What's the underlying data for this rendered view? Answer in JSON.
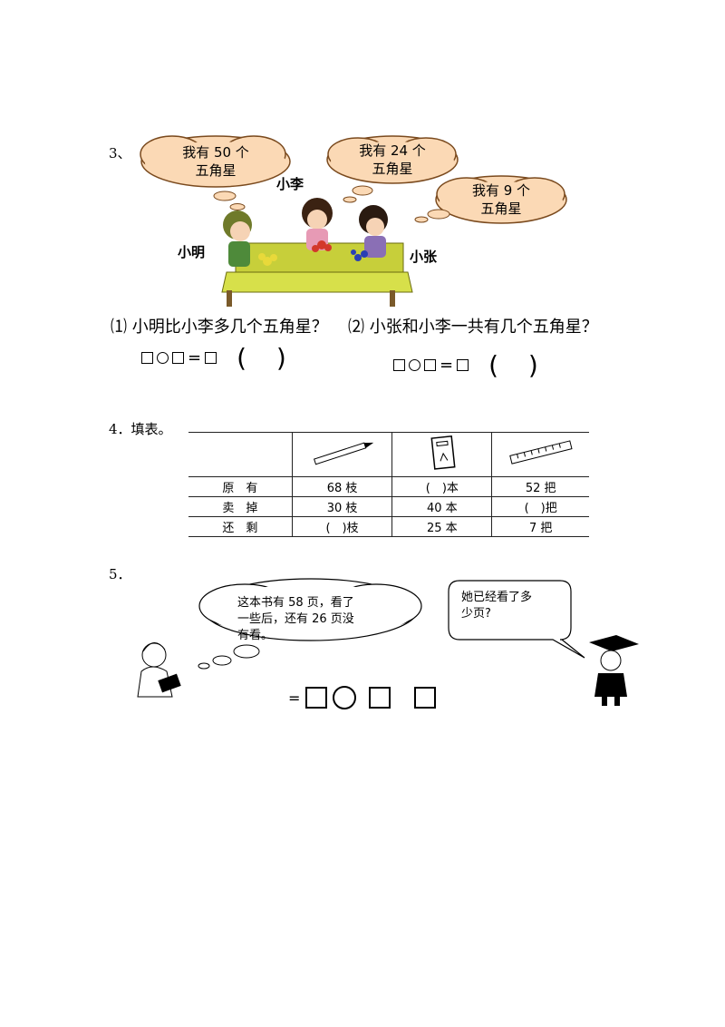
{
  "q3": {
    "number": "3、",
    "cloud_xiaoming": [
      "我有 50 个",
      "五角星"
    ],
    "cloud_xiaoli": [
      "我有 24 个",
      "五角星"
    ],
    "cloud_xiaozhang": [
      "我有 9 个",
      "五角星"
    ],
    "name_xiaoli": "小李",
    "name_xiaoming": "小明",
    "name_xiaozhang": "小张",
    "part1": "⑴ 小明比小李多几个五角星？",
    "part2": "⑵ 小张和小李一共有几个五角星？",
    "equals": "=",
    "parens": "( )"
  },
  "q4": {
    "number": "4．填表。",
    "rows": [
      {
        "label": "原　有",
        "pen": "68 枝",
        "book": "(　)本",
        "ruler": "52 把"
      },
      {
        "label": "卖　掉",
        "pen": "30 枝",
        "book": "40 本",
        "ruler": "(　)把"
      },
      {
        "label": "还　剩",
        "pen": "(　)枝",
        "book": "25 本",
        "ruler": "7 把"
      }
    ]
  },
  "q5": {
    "number": "5．",
    "cloud_text": [
      "这本书有 58 页，看了",
      "一些后，还有 26 页没",
      "有看。"
    ],
    "bubble_text": [
      "她已经看了多",
      "少页?"
    ],
    "eq_prefix": "="
  }
}
